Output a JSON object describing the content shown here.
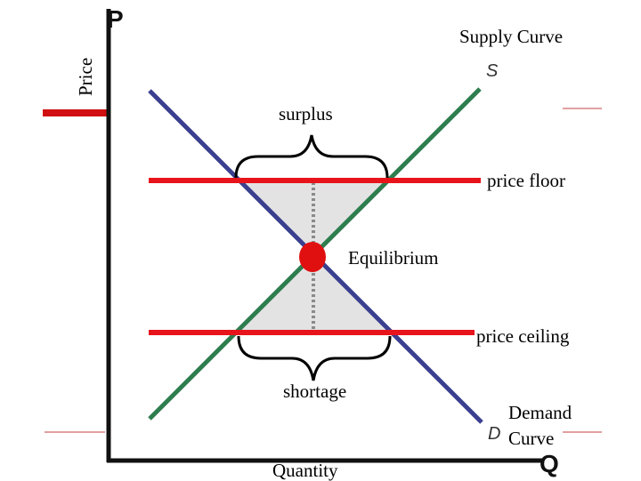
{
  "axes": {
    "y_title": "Price",
    "x_title": "Quantity",
    "y_letter": "P",
    "x_letter": "Q"
  },
  "curves": {
    "supply_title": "Supply Curve",
    "supply_letter": "S",
    "demand_title_line1": "Demand",
    "demand_title_line2": "Curve",
    "demand_letter": "D"
  },
  "annotations": {
    "surplus": "surplus",
    "shortage": "shortage",
    "price_floor": "price floor",
    "price_ceiling": "price ceiling",
    "equilibrium": "Equilibrium"
  },
  "colors": {
    "supply": "#2e7d4f",
    "demand": "#3b3f8f",
    "price_controls": "#e8141b",
    "equilibrium_point": "#e01010",
    "shaded_region": "#e3e3e3",
    "axis": "#111111"
  }
}
